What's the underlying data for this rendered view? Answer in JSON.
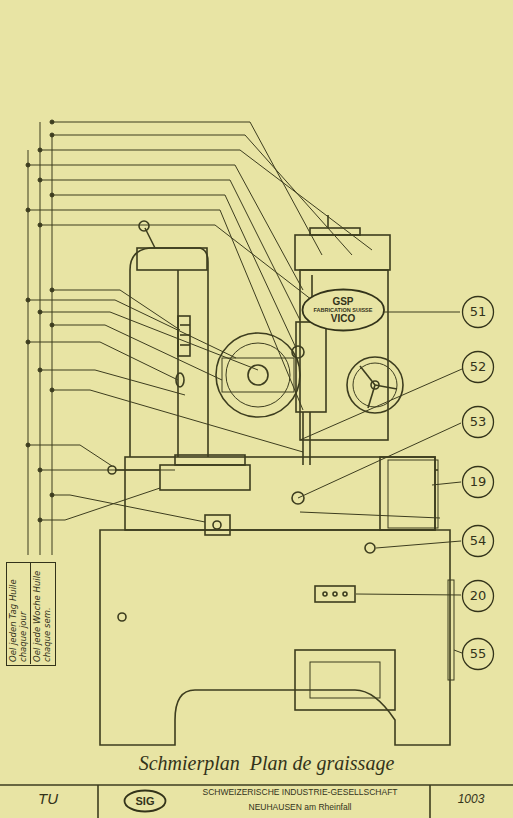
{
  "diagram": {
    "title": "Schmierplan  Plan de graissage",
    "nodes": [
      {
        "text": [
          "GSP",
          "FABRICATION SUISSE",
          "VICO"
        ]
      },
      {
        "text": [
          "51"
        ]
      },
      {
        "text": [
          "52"
        ]
      },
      {
        "text": [
          "53"
        ]
      },
      {
        "text": [
          "19"
        ]
      },
      {
        "text": [
          "54"
        ]
      },
      {
        "text": [
          "20"
        ]
      },
      {
        "text": [
          "55"
        ]
      },
      {
        "text": [
          "Oel jeden Tag Huile chaque jour",
          "Oel jede Woche Huile chaque sem."
        ]
      },
      {
        "text": [
          "SIG"
        ]
      }
    ],
    "edges": [],
    "labels": [
      "TU",
      "SCHWEIZERISCHE INDUSTRIE-GESELLSCHAFT",
      "NEUHAUSEN am Rheinfall",
      "1003"
    ]
  }
}
